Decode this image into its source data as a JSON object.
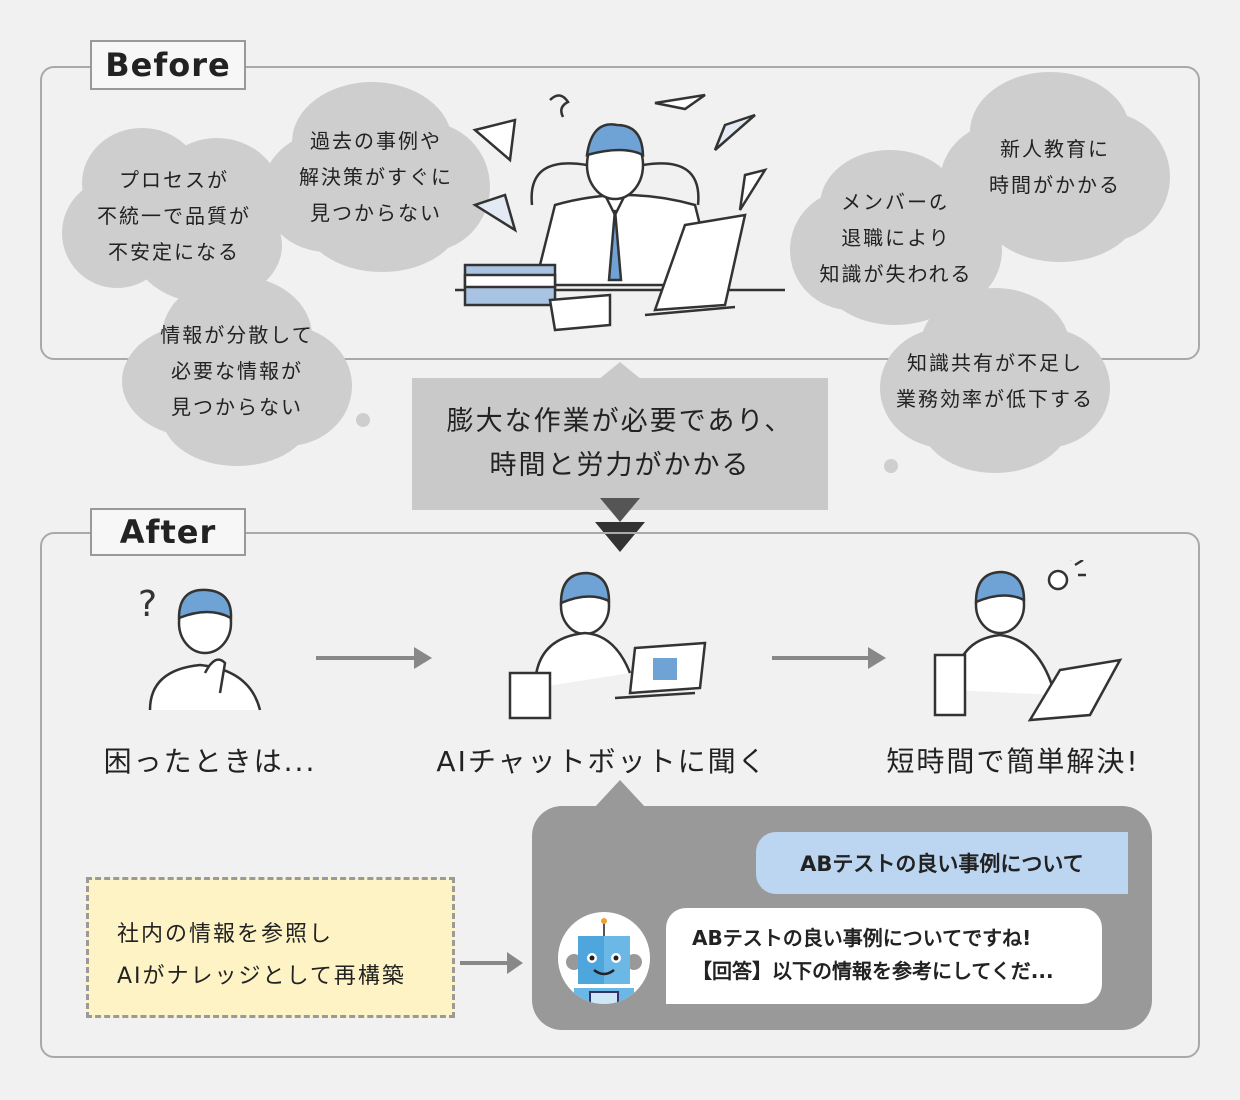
{
  "before": {
    "label": "Before",
    "worries": [
      "プロセスが\n不統一で品質が\n不安定になる",
      "過去の事例や\n解決策がすぐに\n見つからない",
      "情報が分散して\n必要な情報が\n見つからない",
      "メンバーの\n退職により\n知識が失われる",
      "新人教育に\n時間がかかる",
      "知識共有が不足し\n業務効率が低下する"
    ],
    "summary": "膨大な作業が必要であり、\n時間と労力がかかる"
  },
  "after": {
    "label": "After",
    "steps": [
      "困ったときは...",
      "AIチャットボットに聞く",
      "短時間で簡単解決!"
    ],
    "knowledge_note": [
      "社内の情報を参照し",
      "AIがナレッジとして再構築"
    ],
    "chat": {
      "user_message": "ABテストの良い事例について",
      "bot_lines": [
        "ABテストの良い事例についてですね!",
        "【回答】以下の情報を参考にしてくだ..."
      ]
    }
  },
  "colors": {
    "cloud": "#cecece",
    "accent_blue": "#6fa3d6",
    "user_bubble": "#bcd5f0",
    "note_bg": "#fdf3c4"
  }
}
